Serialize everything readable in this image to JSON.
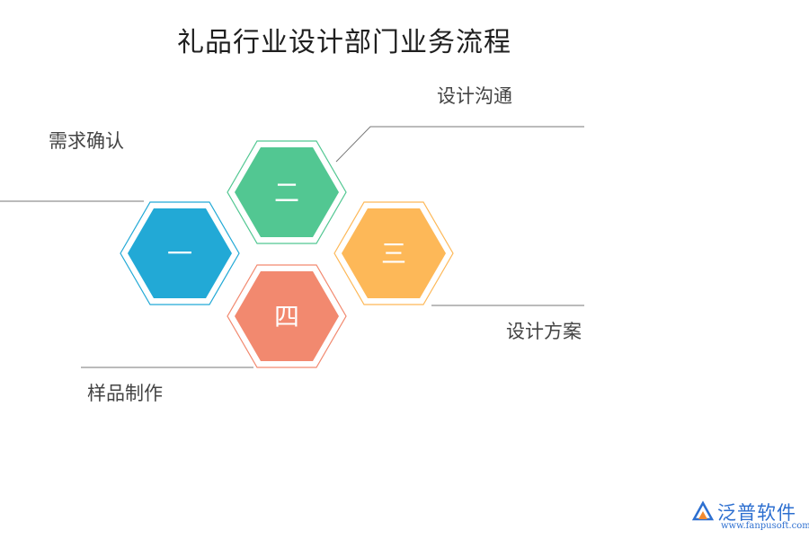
{
  "title": "礼品行业设计部门业务流程",
  "steps": [
    {
      "number": "一",
      "label": "需求确认",
      "color": "#22a9d6"
    },
    {
      "number": "二",
      "label": "设计沟通",
      "color": "#52c792"
    },
    {
      "number": "三",
      "label": "设计方案",
      "color": "#fdb858"
    },
    {
      "number": "四",
      "label": "样品制作",
      "color": "#f2896f"
    }
  ],
  "colors": {
    "connector": "#555555"
  },
  "logo": {
    "name": "泛普软件",
    "url": "www.fanpusoft.com",
    "color": "#2d6fd0",
    "icon": "fanpu-logo-icon"
  }
}
